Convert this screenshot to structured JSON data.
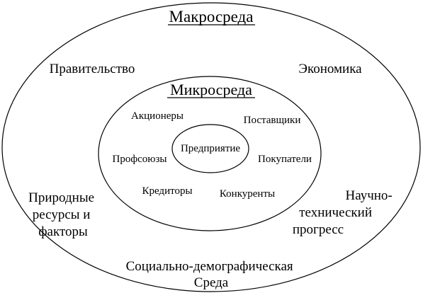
{
  "macro": {
    "title": "Макросреда",
    "government": "Правительство",
    "economy": "Экономика",
    "natural_resources": [
      "Природные",
      "ресурсы и",
      "факторы"
    ],
    "scientific_progress": [
      "Научно-",
      "технический",
      "прогресс"
    ],
    "social_demographic": [
      "Социально-демографическая",
      "Среда"
    ]
  },
  "micro": {
    "title": "Микросреда",
    "shareholders": "Акционеры",
    "suppliers": "Поставщики",
    "unions": "Профсоюзы",
    "buyers": "Покупатели",
    "creditors": "Кредиторы",
    "competitors": "Конкуренты"
  },
  "enterprise": {
    "label": "Предприятие"
  }
}
